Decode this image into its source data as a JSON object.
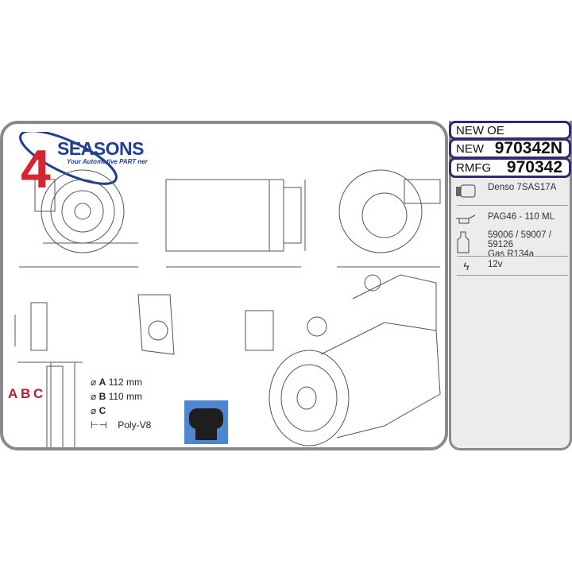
{
  "brand": {
    "name": "SEASONS",
    "digit": "4",
    "tagline": "Your Automotive PART ner",
    "colors": {
      "red": "#d9232e",
      "blue": "#1f3f95"
    }
  },
  "header": {
    "new_oe_label": "NEW OE",
    "new_label": "NEW",
    "new_number": "970342N",
    "rmfg_label": "RMFG",
    "rmfg_number": "970342"
  },
  "specs": [
    {
      "icon": "compressor-icon",
      "text": "Denso 7SAS17A"
    },
    {
      "icon": "oil-can-icon",
      "text": "PAG46 - 110 ML"
    },
    {
      "icon": "bottle-icon",
      "text": "59006 / 59007 / 59126",
      "text2": "Gas R134a"
    },
    {
      "icon": "lightning-icon",
      "text": "12v"
    }
  ],
  "pulley": {
    "letters": [
      "A",
      "B",
      "C"
    ],
    "a_label": "A",
    "a_value": "112 mm",
    "b_label": "B",
    "b_value": "110 mm",
    "c_label": "C",
    "c_value": "",
    "belt_value": "Poly-V8"
  },
  "colors": {
    "frame": "#8a8a8a",
    "box_border": "#2f2b6e",
    "dimension_red": "#b3202e"
  }
}
